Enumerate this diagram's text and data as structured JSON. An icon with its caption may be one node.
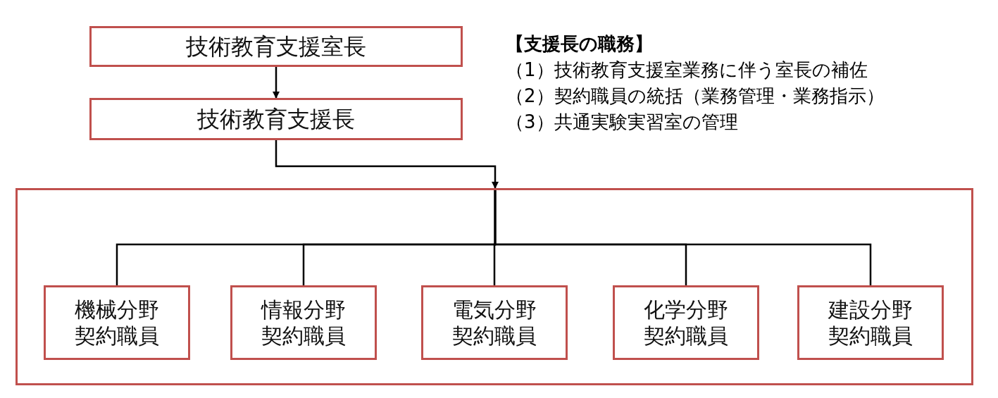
{
  "diagram": {
    "nodes": [
      {
        "text": [
          "技術教育支援室長"
        ]
      },
      {
        "text": [
          "技術教育支援長"
        ]
      },
      {
        "text": [],
        "shape": "box"
      },
      {
        "text": [
          "機械分野契約職員"
        ],
        "in": 2
      },
      {
        "text": [
          "情報分野契約職員"
        ],
        "in": 2
      },
      {
        "text": [
          "電気分野契約職員"
        ],
        "in": 2
      },
      {
        "text": [
          "化学分野契約職員"
        ],
        "in": 2
      },
      {
        "text": [
          "建設分野契約職員"
        ],
        "in": 2
      }
    ],
    "edges": [
      {
        "from": 0,
        "to": 1,
        "arrow": "to"
      },
      {
        "from": 1,
        "to": 2,
        "arrow": "to"
      },
      {
        "from": 2,
        "to": 3,
        "arrow": "none"
      },
      {
        "from": 2,
        "to": 4,
        "arrow": "none"
      },
      {
        "from": 2,
        "to": 5,
        "arrow": "none"
      },
      {
        "from": 2,
        "to": 6,
        "arrow": "none"
      },
      {
        "from": 2,
        "to": 7,
        "arrow": "none"
      }
    ],
    "labels": [
      "【支援長の職務】",
      "（1）技術教育支援室業務に伴う室長の補佐",
      "（2）契約職員の統括（業務管理・業務指示）",
      "（3）共通実験実習室の管理"
    ]
  }
}
